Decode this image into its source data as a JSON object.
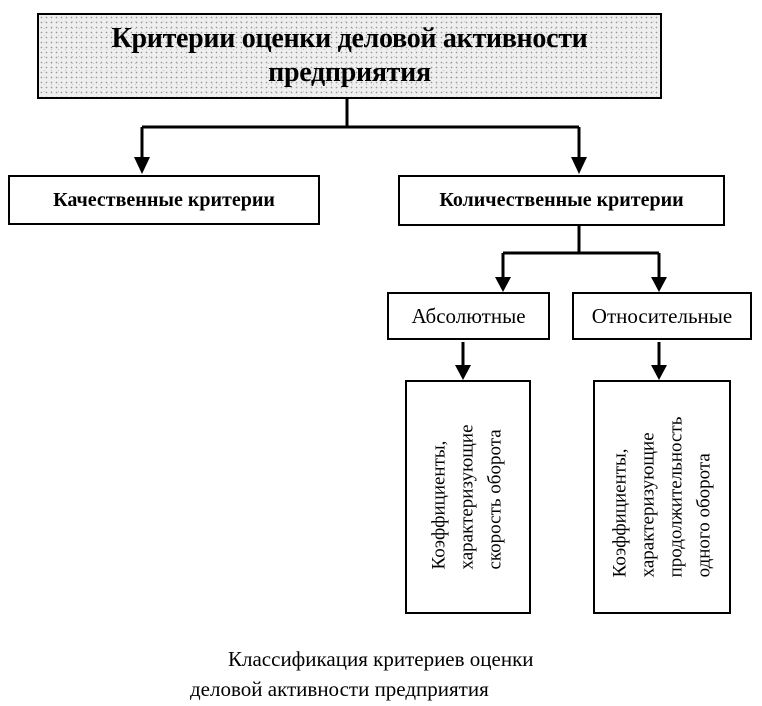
{
  "diagram": {
    "root": {
      "line1": "Критерии оценки деловой активности",
      "line2": "предприятия"
    },
    "qualitative": "Качественные критерии",
    "quantitative": "Количественные критерии",
    "absolute": "Абсолютные",
    "relative": "Относительные",
    "absolute_detail": {
      "line1": "Коэффициенты,",
      "line2": "характеризующие",
      "line3": "скорость оборота"
    },
    "relative_detail": {
      "line1": "Коэффициенты,",
      "line2": "характеризующие",
      "line3": "продолжительность",
      "line4": "одного оборота"
    }
  },
  "caption": {
    "line1": "Классификация критериев оценки",
    "line2": "деловой активности предприятия"
  }
}
